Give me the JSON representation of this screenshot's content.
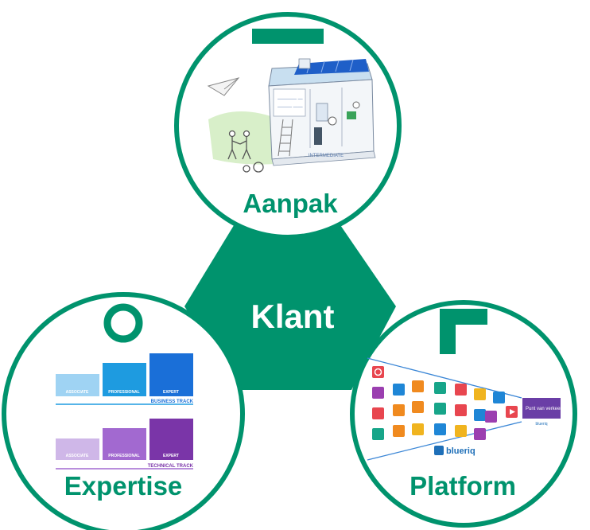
{
  "center": {
    "label": "Klant"
  },
  "colors": {
    "brand_green": "#00936d",
    "business_blue_light": "#9fd3f3",
    "business_blue": "#1e9be0",
    "business_blue_dark": "#1a6fd8",
    "technical_purple_light": "#cfb7e8",
    "technical_purple": "#a269d0",
    "technical_purple_dark": "#7a35a8"
  },
  "circles": {
    "aanpak": {
      "label": "Aanpak",
      "symbol": "bar-icon",
      "sign_text": "INTERMEDIATE"
    },
    "expertise": {
      "label": "Expertise",
      "symbol": "ring-icon",
      "business_track": {
        "label": "BUSINESS TRACK",
        "levels": [
          "ASSOCIATE",
          "PROFESSIONAL",
          "EXPERT"
        ]
      },
      "technical_track": {
        "label": "TECHNICAL TRACK",
        "levels": [
          "ASSOCIATE",
          "PROFESSIONAL",
          "EXPERT"
        ]
      }
    },
    "platform": {
      "label": "Platform",
      "symbol": "corner-icon",
      "output_box": "Punt van verkeer",
      "brand_small": "blueriq",
      "brand_large": "blueriq"
    }
  }
}
